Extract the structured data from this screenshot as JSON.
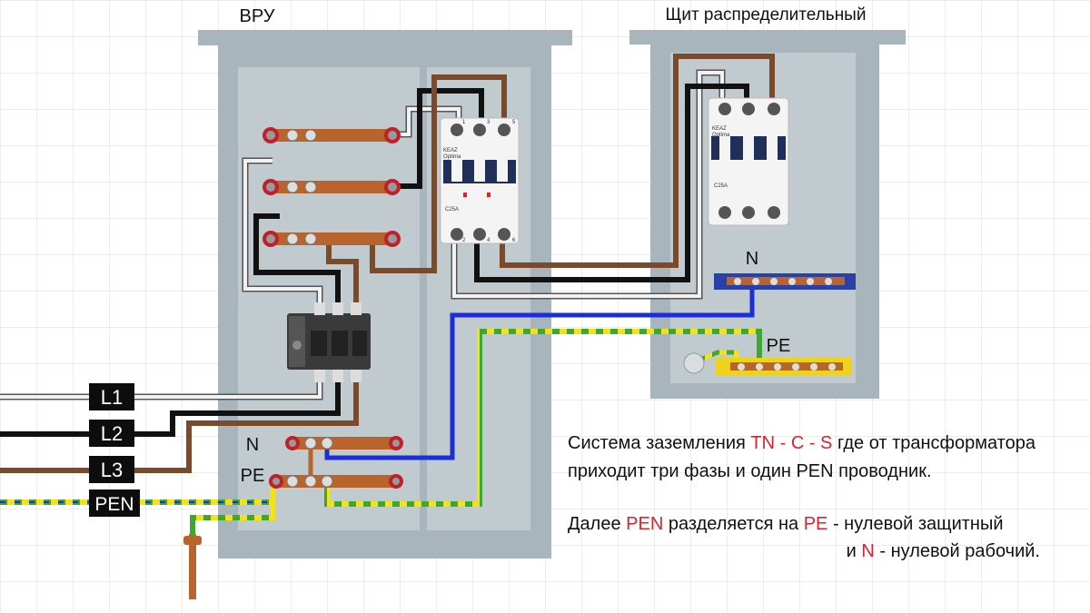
{
  "panels": {
    "vru": {
      "title": "ВРУ"
    },
    "distribution": {
      "title": "Щит распределительный"
    }
  },
  "inputs": {
    "l1": "L1",
    "l2": "L2",
    "l3": "L3",
    "pen": "PEN"
  },
  "bus_labels": {
    "vru_n": "N",
    "vru_pe": "PE",
    "dist_n": "N",
    "dist_pe": "PE"
  },
  "breaker": {
    "brand": "KEAZ",
    "series": "Optima",
    "rating": "C25A",
    "top_terminals": [
      "1",
      "3",
      "5"
    ],
    "bottom_terminals": [
      "2",
      "4",
      "6"
    ]
  },
  "caption": {
    "line1_pre": "Система заземления ",
    "line1_hl": "TN - C - S",
    "line1_post": " где от трансформатора",
    "line2": "приходит три фазы и один PEN проводник.",
    "line3_pre": "Далее ",
    "line3_hl1": "PEN",
    "line3_mid": " разделяется на ",
    "line3_hl2": "PE",
    "line3_post": " - нулевой защитный",
    "line4_pre": "и ",
    "line4_hl": "N",
    "line4_post": " - нулевой рабочий."
  },
  "colors": {
    "grid": "#d9d9d9",
    "cabinet": "#a9b5bd",
    "cabinet_inner": "#c1cace",
    "phase_l1": "#f2f2f2",
    "phase_l2": "#111111",
    "phase_l3": "#7a4a2a",
    "neutral": "#1a2fd6",
    "pe_green": "#3fa535",
    "pe_yellow": "#f2e21a",
    "copper_bus": "#b8642c",
    "n_bus": "#2a3fa8",
    "pe_bus": "#f0d21c",
    "highlight": "#e0202a"
  }
}
